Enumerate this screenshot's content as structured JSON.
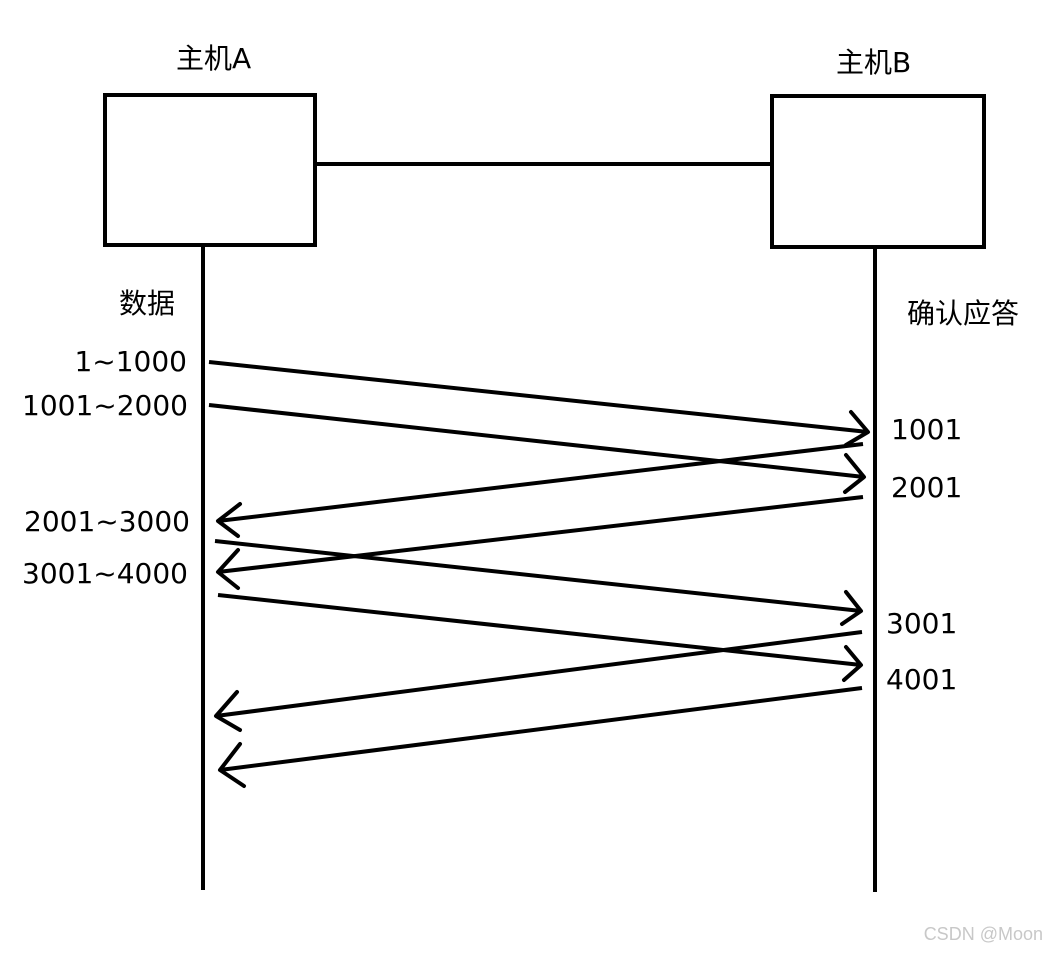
{
  "host_a": {
    "label": "主机A"
  },
  "host_b": {
    "label": "主机B"
  },
  "column_a_header": "数据",
  "column_b_header": "确认应答",
  "data_segments": [
    "1~1000",
    "1001~2000",
    "2001~3000",
    "3001~4000"
  ],
  "acks": [
    "1001",
    "2001",
    "3001",
    "4001"
  ],
  "watermark": "CSDN @Moon"
}
